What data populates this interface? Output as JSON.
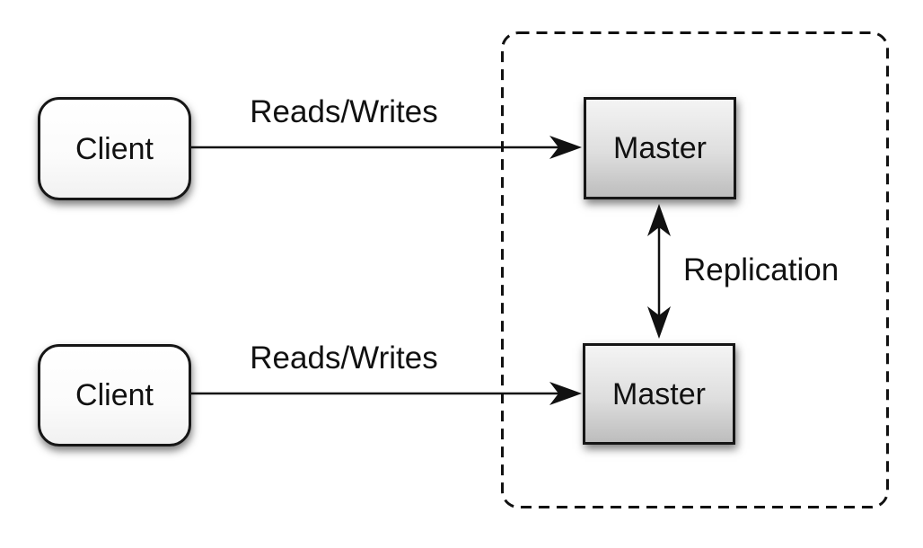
{
  "nodes": {
    "client_top": {
      "label": "Client"
    },
    "client_bottom": {
      "label": "Client"
    },
    "master_top": {
      "label": "Master"
    },
    "master_bottom": {
      "label": "Master"
    }
  },
  "edges": {
    "reads_writes_top": {
      "label": "Reads/Writes"
    },
    "reads_writes_bottom": {
      "label": "Reads/Writes"
    },
    "replication": {
      "label": "Replication"
    }
  },
  "colors": {
    "line": "#111111",
    "text": "#111111",
    "node_border": "#161616",
    "client_fill_top": "#ffffff",
    "client_fill_bottom": "#f1f1f1",
    "master_fill_top": "#f4f4f4",
    "master_fill_bottom": "#bdbdbd",
    "background": "#ffffff"
  }
}
